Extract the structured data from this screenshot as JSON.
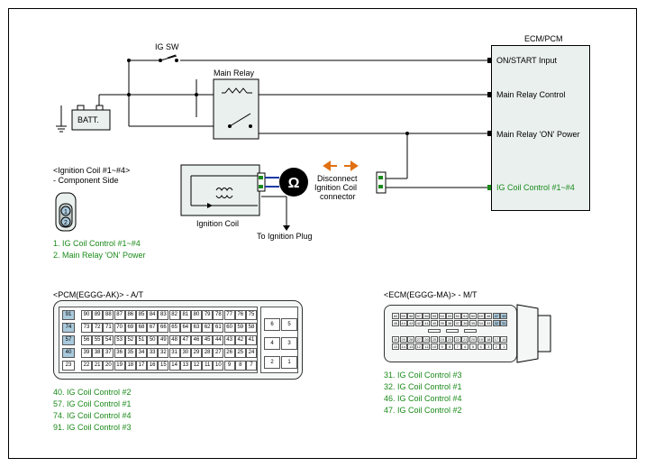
{
  "ecm": {
    "title": "ECM/PCM",
    "pins": [
      "ON/START Input",
      "Main Relay Control",
      "Main Relay 'ON' Power",
      "IG Coil  Control #1~#4"
    ]
  },
  "ig_sw": "IG SW",
  "batt": "BATT.",
  "main_relay": "Main Relay",
  "ignition_coil": "Ignition Coil",
  "to_plug": "To Ignition Plug",
  "disconnect": [
    "Disconnect",
    "Ignition Coil",
    "connector"
  ],
  "component": {
    "title": "<Ignition Coil #1~#4>",
    "subtitle": "- Component Side",
    "pins": [
      "1",
      "2"
    ],
    "legend": [
      "1. IG Coil  Control #1~#4",
      "2. Main Relay 'ON' Power"
    ]
  },
  "pcm": {
    "title": "<PCM(EGGG-AK)> - A/T",
    "rows": [
      [
        "91",
        "90",
        "89",
        "88",
        "87",
        "86",
        "85",
        "84",
        "83",
        "82",
        "81",
        "80",
        "79",
        "78",
        "77",
        "76",
        "75"
      ],
      [
        "74",
        "73",
        "72",
        "71",
        "70",
        "69",
        "68",
        "67",
        "66",
        "65",
        "64",
        "63",
        "62",
        "61",
        "60",
        "59",
        "58"
      ],
      [
        "57",
        "56",
        "55",
        "54",
        "53",
        "52",
        "51",
        "50",
        "49",
        "48",
        "47",
        "46",
        "45",
        "44",
        "43",
        "42",
        "41"
      ],
      [
        "40",
        "39",
        "38",
        "37",
        "36",
        "35",
        "34",
        "33",
        "32",
        "31",
        "30",
        "29",
        "28",
        "27",
        "26",
        "25",
        "24"
      ],
      [
        "23",
        "22",
        "21",
        "20",
        "19",
        "18",
        "17",
        "16",
        "15",
        "14",
        "13",
        "12",
        "11",
        "10",
        "9",
        "8",
        "7"
      ]
    ],
    "side": [
      "6",
      "5",
      "4",
      "3",
      "2",
      "1"
    ],
    "highlight": [
      "91",
      "74",
      "57",
      "40"
    ],
    "legend": [
      "40. IG Coil  Control #2",
      "57. IG Coil  Control #1",
      "74. IG Coil  Control #4",
      "91. IG Coil  Control #3"
    ]
  },
  "ecm_conn": {
    "title": "<ECM(EGGG-MA)> - M/T",
    "rows": [
      [
        "60",
        "59",
        "58",
        "57",
        "56",
        "55",
        "54",
        "53",
        "52",
        "51",
        "50",
        "49",
        "48",
        "47",
        "46"
      ],
      [
        "45",
        "44",
        "43",
        "42",
        "41",
        "40",
        "39",
        "38",
        "37",
        "36",
        "35",
        "34",
        "33",
        "32",
        "31"
      ],
      [
        "30",
        "29",
        "28",
        "27",
        "26",
        "25",
        "24",
        "23",
        "22",
        "21",
        "20",
        "19",
        "18",
        "17",
        "16"
      ],
      [
        "15",
        "14",
        "13",
        "12",
        "11",
        "10",
        "9",
        "8",
        "7",
        "6",
        "5",
        "4",
        "3",
        "2",
        "1"
      ]
    ],
    "highlight": [
      "47",
      "46",
      "32",
      "31"
    ],
    "legend": [
      "31. IG Coil  Control #3",
      "32. IG Coil  Control #1",
      "46. IG Coil  Control #4",
      "47. IG Coil  Control #2"
    ]
  }
}
